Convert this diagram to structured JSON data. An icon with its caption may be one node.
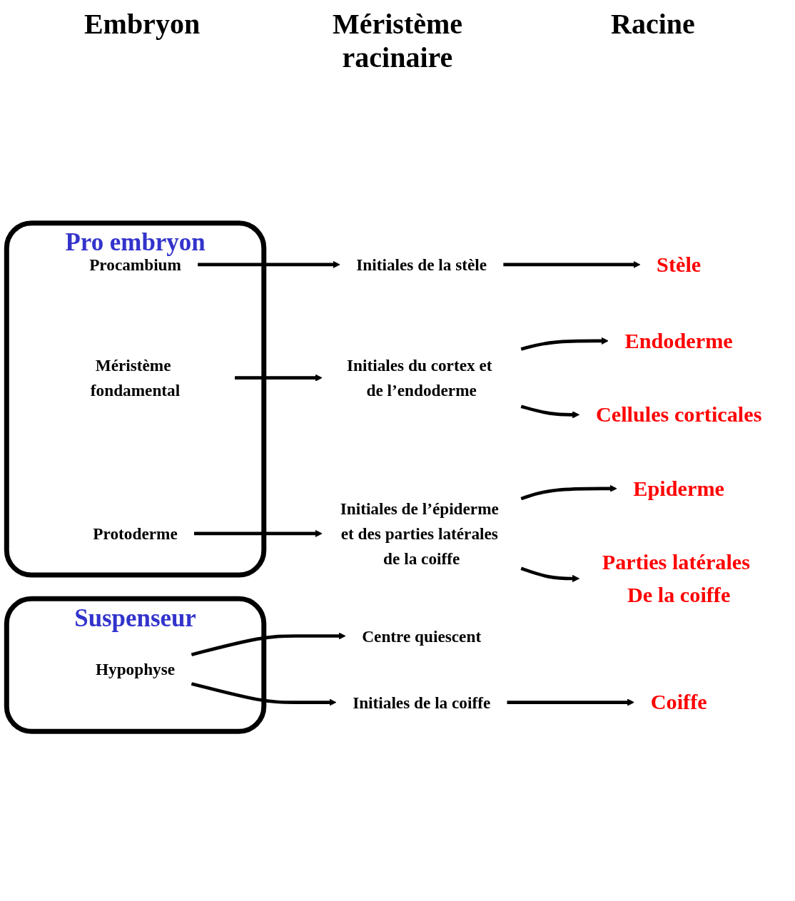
{
  "diagram": {
    "nodes": [
      {
        "text": [
          "Pro embryon"
        ]
      },
      {
        "text": [
          "Procambium"
        ],
        "in": 0
      },
      {
        "text": [
          "Méristème fondamental"
        ],
        "in": 0
      },
      {
        "text": [
          "Protoderme"
        ],
        "in": 0
      },
      {
        "text": [
          "Suspenseur"
        ]
      },
      {
        "text": [
          "Hypophyse"
        ],
        "in": 4
      },
      {
        "text": [
          "Initiales de la stèle"
        ]
      },
      {
        "text": [
          "Initiales du cortex et de l’endoderme"
        ]
      },
      {
        "text": [
          "Initiales de l’épiderme et des parties latérales de la coiffe"
        ]
      },
      {
        "text": [
          "Centre quiescent"
        ]
      },
      {
        "text": [
          "Initiales de la coiffe"
        ]
      },
      {
        "text": [
          "Stèle"
        ]
      },
      {
        "text": [
          "Endoderme"
        ]
      },
      {
        "text": [
          "Cellules corticales"
        ]
      },
      {
        "text": [
          "Epiderme"
        ]
      },
      {
        "text": [
          "Parties latérales De la coiffe"
        ]
      },
      {
        "text": [
          "Coiffe"
        ]
      }
    ],
    "edges": [
      {
        "from": 1,
        "to": 6,
        "arrow": "to"
      },
      {
        "from": 6,
        "to": 11,
        "arrow": "to"
      },
      {
        "from": 2,
        "to": 7,
        "arrow": "to"
      },
      {
        "from": 7,
        "to": 12,
        "arrow": "to"
      },
      {
        "from": 7,
        "to": 13,
        "arrow": "to"
      },
      {
        "from": 3,
        "to": 8,
        "arrow": "to"
      },
      {
        "from": 8,
        "to": 14,
        "arrow": "to"
      },
      {
        "from": 8,
        "to": 15,
        "arrow": "to"
      },
      {
        "from": 5,
        "to": 9,
        "arrow": "to"
      },
      {
        "from": 5,
        "to": 10,
        "arrow": "to"
      },
      {
        "from": 10,
        "to": 16,
        "arrow": "to"
      }
    ],
    "labels": [
      "Embryon",
      "Méristème racinaire",
      "Racine"
    ]
  }
}
